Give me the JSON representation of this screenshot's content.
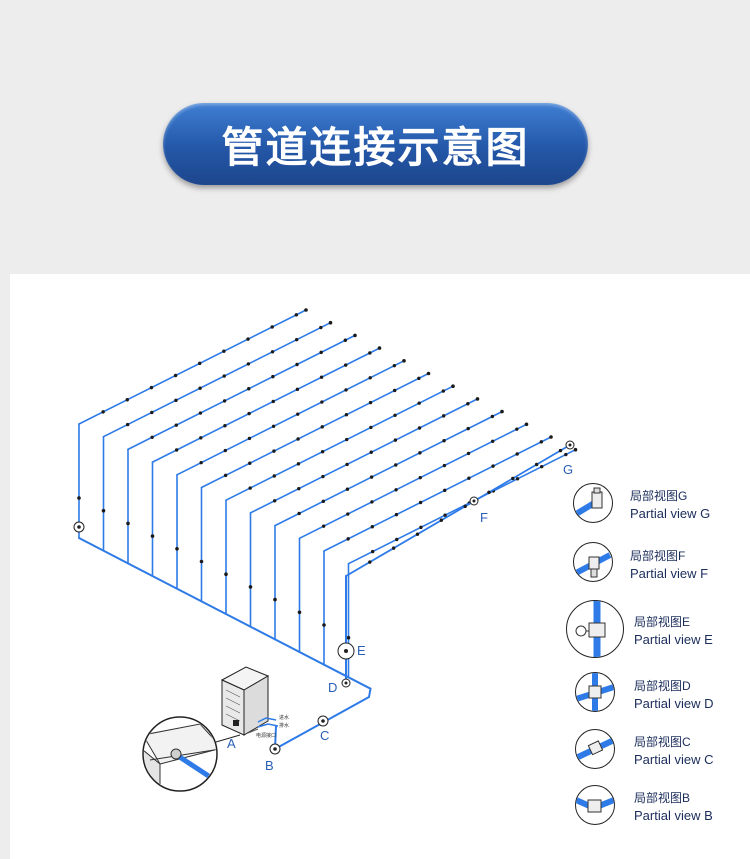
{
  "banner": {
    "title": "管道连接示意图"
  },
  "points": {
    "A": "A",
    "B": "B",
    "C": "C",
    "D": "D",
    "E": "E",
    "F": "F",
    "G": "G"
  },
  "unit_labels": [
    "进水",
    "排水",
    "电源接口"
  ],
  "legend": [
    {
      "id": "G",
      "cn": "局部视图G",
      "en": "Partial view G",
      "icon": "elbow-fitting-icon"
    },
    {
      "id": "F",
      "cn": "局部视图F",
      "en": "Partial view F",
      "icon": "tee-nozzle-fitting-icon"
    },
    {
      "id": "E",
      "cn": "局部视图E",
      "en": "Partial view E",
      "icon": "valve-fitting-icon"
    },
    {
      "id": "D",
      "cn": "局部视图D",
      "en": "Partial view D",
      "icon": "cross-fitting-icon"
    },
    {
      "id": "C",
      "cn": "局部视图C",
      "en": "Partial view C",
      "icon": "straight-coupling-icon"
    },
    {
      "id": "B",
      "cn": "局部视图B",
      "en": "Partial view B",
      "icon": "elbow-coupling-icon"
    }
  ],
  "colors": {
    "pipe": "#2e7be8",
    "banner": "#2457a8",
    "label": "#2a5fb8",
    "text": "#1a2c5a"
  }
}
